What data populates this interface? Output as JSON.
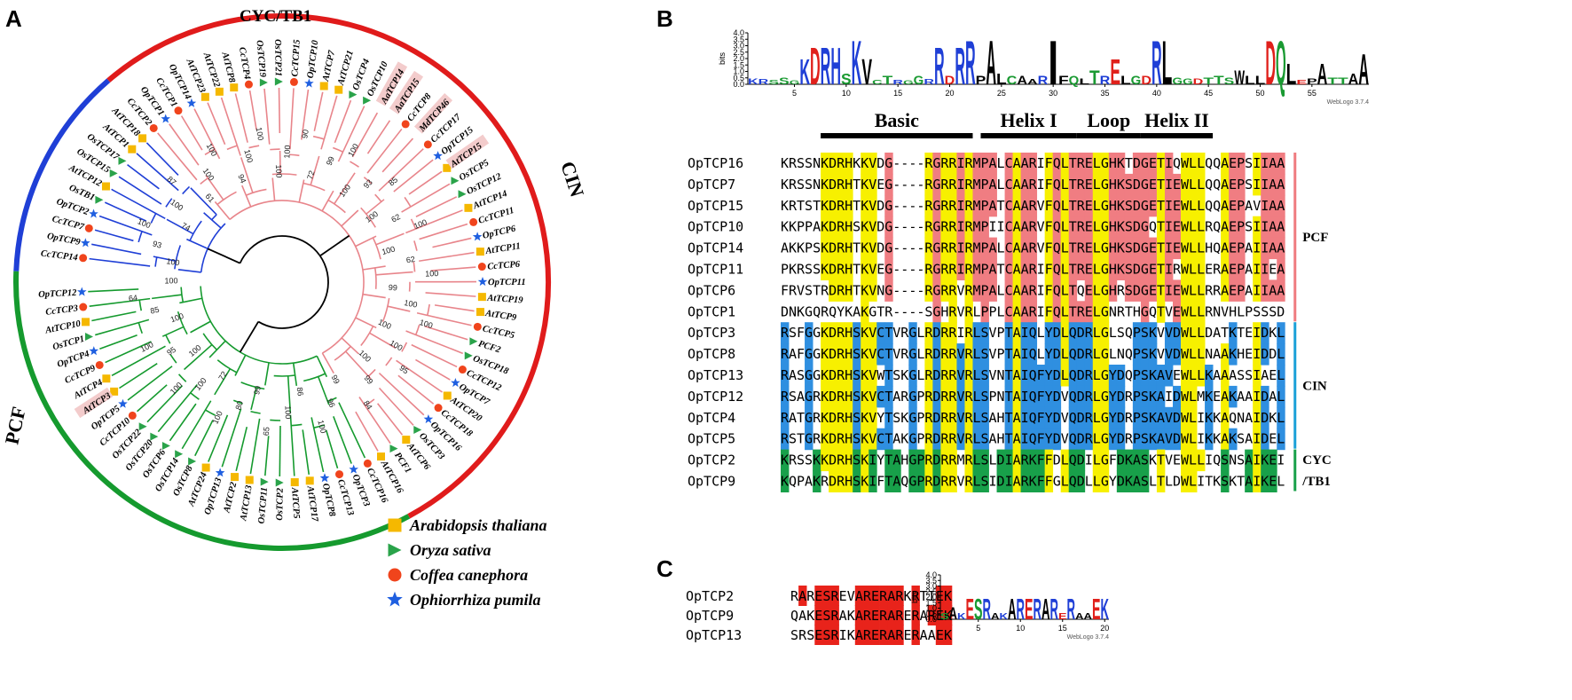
{
  "panels": {
    "a": "A",
    "b": "B",
    "c": "C"
  },
  "tree": {
    "groups": [
      {
        "name": "CYC/TB1",
        "color": "#1f3fd6"
      },
      {
        "name": "CIN",
        "color": "#159a2e"
      },
      {
        "name": "PCF",
        "color": "#e01b1b"
      }
    ],
    "leaves": [
      {
        "name": "CcTCP14",
        "species": "coffea",
        "clade": "blue",
        "hl": false
      },
      {
        "name": "OpTCP9",
        "species": "ophiorrhiza",
        "clade": "blue",
        "hl": false
      },
      {
        "name": "CcTCP7",
        "species": "coffea",
        "clade": "blue",
        "hl": false
      },
      {
        "name": "OpTCP2",
        "species": "ophiorrhiza",
        "clade": "blue",
        "hl": false
      },
      {
        "name": "OsTB1",
        "species": "oryza",
        "clade": "blue",
        "hl": false
      },
      {
        "name": "AtTCP12",
        "species": "arabidopsis",
        "clade": "blue",
        "hl": false
      },
      {
        "name": "OsTCP15",
        "species": "oryza",
        "clade": "blue",
        "hl": false
      },
      {
        "name": "OsTCP17",
        "species": "oryza",
        "clade": "blue",
        "hl": false
      },
      {
        "name": "AtTCP1",
        "species": "arabidopsis",
        "clade": "blue",
        "hl": false
      },
      {
        "name": "AtTCP18",
        "species": "arabidopsis",
        "clade": "blue",
        "hl": false
      },
      {
        "name": "CcTCP2",
        "species": "coffea",
        "clade": "red",
        "hl": false
      },
      {
        "name": "OpTCP1",
        "species": "ophiorrhiza",
        "clade": "red",
        "hl": false
      },
      {
        "name": "CcTCP1",
        "species": "coffea",
        "clade": "red",
        "hl": false
      },
      {
        "name": "OpTCP14",
        "species": "ophiorrhiza",
        "clade": "red",
        "hl": false
      },
      {
        "name": "AtTCP23",
        "species": "arabidopsis",
        "clade": "red",
        "hl": false
      },
      {
        "name": "AtTCP22",
        "species": "arabidopsis",
        "clade": "red",
        "hl": false
      },
      {
        "name": "AtTCP8",
        "species": "arabidopsis",
        "clade": "red",
        "hl": false
      },
      {
        "name": "CcTCP4",
        "species": "coffea",
        "clade": "red",
        "hl": false
      },
      {
        "name": "OsTCP19",
        "species": "oryza",
        "clade": "red",
        "hl": false
      },
      {
        "name": "OsTCP21",
        "species": "oryza",
        "clade": "red",
        "hl": false
      },
      {
        "name": "CcTCP15",
        "species": "coffea",
        "clade": "red",
        "hl": false
      },
      {
        "name": "OpTCP10",
        "species": "ophiorrhiza",
        "clade": "red",
        "hl": false
      },
      {
        "name": "AtTCP7",
        "species": "arabidopsis",
        "clade": "red",
        "hl": false
      },
      {
        "name": "AtTCP21",
        "species": "arabidopsis",
        "clade": "red",
        "hl": false
      },
      {
        "name": "OsTCP4",
        "species": "oryza",
        "clade": "red",
        "hl": false
      },
      {
        "name": "OsTCP10",
        "species": "oryza",
        "clade": "red",
        "hl": false
      },
      {
        "name": "AaTCP14",
        "species": "none",
        "clade": "red",
        "hl": true
      },
      {
        "name": "AaTCP15",
        "species": "none",
        "clade": "red",
        "hl": true
      },
      {
        "name": "CcTCP8",
        "species": "coffea",
        "clade": "red",
        "hl": false
      },
      {
        "name": "MdTCP46",
        "species": "none",
        "clade": "red",
        "hl": true
      },
      {
        "name": "CcTCP17",
        "species": "coffea",
        "clade": "red",
        "hl": false
      },
      {
        "name": "OpTCP15",
        "species": "ophiorrhiza",
        "clade": "red",
        "hl": false
      },
      {
        "name": "AtTCP15",
        "species": "arabidopsis",
        "clade": "red",
        "hl": true
      },
      {
        "name": "OsTCP5",
        "species": "oryza",
        "clade": "red",
        "hl": false
      },
      {
        "name": "OsTCP12",
        "species": "oryza",
        "clade": "red",
        "hl": false
      },
      {
        "name": "AtTCP14",
        "species": "arabidopsis",
        "clade": "red",
        "hl": false
      },
      {
        "name": "CcTCP11",
        "species": "coffea",
        "clade": "red",
        "hl": false
      },
      {
        "name": "OpTCP6",
        "species": "ophiorrhiza",
        "clade": "red",
        "hl": false
      },
      {
        "name": "AtTCP11",
        "species": "arabidopsis",
        "clade": "red",
        "hl": false
      },
      {
        "name": "CcTCP6",
        "species": "coffea",
        "clade": "red",
        "hl": false
      },
      {
        "name": "OpTCP11",
        "species": "ophiorrhiza",
        "clade": "red",
        "hl": false
      },
      {
        "name": "AtTCP19",
        "species": "arabidopsis",
        "clade": "red",
        "hl": false
      },
      {
        "name": "AtTCP9",
        "species": "arabidopsis",
        "clade": "red",
        "hl": false
      },
      {
        "name": "CcTCP5",
        "species": "coffea",
        "clade": "red",
        "hl": false
      },
      {
        "name": "PCF2",
        "species": "oryza",
        "clade": "red",
        "hl": false
      },
      {
        "name": "OsTCP18",
        "species": "oryza",
        "clade": "red",
        "hl": false
      },
      {
        "name": "CcTCP12",
        "species": "coffea",
        "clade": "red",
        "hl": false
      },
      {
        "name": "OpTCP7",
        "species": "ophiorrhiza",
        "clade": "red",
        "hl": false
      },
      {
        "name": "AtTCP20",
        "species": "arabidopsis",
        "clade": "red",
        "hl": false
      },
      {
        "name": "CcTCP18",
        "species": "coffea",
        "clade": "red",
        "hl": false
      },
      {
        "name": "OpTCP16",
        "species": "ophiorrhiza",
        "clade": "red",
        "hl": false
      },
      {
        "name": "OsTCP3",
        "species": "oryza",
        "clade": "red",
        "hl": false
      },
      {
        "name": "AtTCP6",
        "species": "arabidopsis",
        "clade": "red",
        "hl": false
      },
      {
        "name": "PCF1",
        "species": "oryza",
        "clade": "red",
        "hl": false
      },
      {
        "name": "AtTCP16",
        "species": "arabidopsis",
        "clade": "red",
        "hl": false
      },
      {
        "name": "CcTCP16",
        "species": "coffea",
        "clade": "green",
        "hl": false
      },
      {
        "name": "OpTCP3",
        "species": "ophiorrhiza",
        "clade": "green",
        "hl": false
      },
      {
        "name": "CcTCP13",
        "species": "coffea",
        "clade": "green",
        "hl": false
      },
      {
        "name": "OpTCP8",
        "species": "ophiorrhiza",
        "clade": "green",
        "hl": false
      },
      {
        "name": "AtTCP17",
        "species": "arabidopsis",
        "clade": "green",
        "hl": false
      },
      {
        "name": "AtTCP5",
        "species": "arabidopsis",
        "clade": "green",
        "hl": false
      },
      {
        "name": "OsTCP2",
        "species": "oryza",
        "clade": "green",
        "hl": false
      },
      {
        "name": "OsTCP11",
        "species": "oryza",
        "clade": "green",
        "hl": false
      },
      {
        "name": "AtTCP13",
        "species": "arabidopsis",
        "clade": "green",
        "hl": false
      },
      {
        "name": "AtTCP2",
        "species": "arabidopsis",
        "clade": "green",
        "hl": false
      },
      {
        "name": "OpTCP13",
        "species": "ophiorrhiza",
        "clade": "green",
        "hl": false
      },
      {
        "name": "AtTCP24",
        "species": "arabidopsis",
        "clade": "green",
        "hl": false
      },
      {
        "name": "OsTCP8",
        "species": "oryza",
        "clade": "green",
        "hl": false
      },
      {
        "name": "OsTCP14",
        "species": "oryza",
        "clade": "green",
        "hl": false
      },
      {
        "name": "OsTCP6",
        "species": "oryza",
        "clade": "green",
        "hl": false
      },
      {
        "name": "OsTCP20",
        "species": "oryza",
        "clade": "green",
        "hl": false
      },
      {
        "name": "OsTCP22",
        "species": "oryza",
        "clade": "green",
        "hl": false
      },
      {
        "name": "CcTCP10",
        "species": "coffea",
        "clade": "green",
        "hl": false
      },
      {
        "name": "OpTCP5",
        "species": "ophiorrhiza",
        "clade": "green",
        "hl": false
      },
      {
        "name": "AtTCP3",
        "species": "arabidopsis",
        "clade": "green",
        "hl": true
      },
      {
        "name": "AtTCP4",
        "species": "arabidopsis",
        "clade": "green",
        "hl": false
      },
      {
        "name": "CcTCP9",
        "species": "coffea",
        "clade": "green",
        "hl": false
      },
      {
        "name": "OpTCP4",
        "species": "ophiorrhiza",
        "clade": "green",
        "hl": false
      },
      {
        "name": "OsTCP1",
        "species": "oryza",
        "clade": "green",
        "hl": false
      },
      {
        "name": "AtTCP10",
        "species": "arabidopsis",
        "clade": "green",
        "hl": false
      },
      {
        "name": "CcTCP3",
        "species": "coffea",
        "clade": "green",
        "hl": false
      },
      {
        "name": "OpTCP12",
        "species": "ophiorrhiza",
        "clade": "green",
        "hl": false
      }
    ],
    "bootstrap": [
      "100",
      "93",
      "100",
      "74",
      "100",
      "87",
      "61",
      "100",
      "100",
      "94",
      "100",
      "100",
      "100",
      "100",
      "90",
      "72",
      "99",
      "100",
      "100",
      "93",
      "85",
      "100",
      "62",
      "100",
      "100",
      "62",
      "100",
      "99",
      "100",
      "100",
      "100",
      "100",
      "95",
      "100",
      "99",
      "84",
      "99",
      "96",
      "100",
      "86",
      "100",
      "65",
      "99",
      "80",
      "100",
      "72",
      "100",
      "100",
      "100",
      "95",
      "100",
      "100",
      "85",
      "64",
      "100"
    ],
    "colors": {
      "blue": "#1f3fd6",
      "green": "#159a2e",
      "red": "#e8858b",
      "root": "#000000"
    }
  },
  "legend": [
    {
      "species": "arabidopsis",
      "label": "Arabidopsis thaliana",
      "marker": "square",
      "color": "#f5b800"
    },
    {
      "species": "oryza",
      "label": "Oryza sativa",
      "marker": "triangle",
      "color": "#2aa34a"
    },
    {
      "species": "coffea",
      "label": "Coffea canephora",
      "marker": "circle",
      "color": "#f0441c"
    },
    {
      "species": "ophiorrhiza",
      "label": "Ophiorrhiza pumila",
      "marker": "star",
      "color": "#1f5fe0"
    }
  ],
  "logo_b": {
    "yaxis_label": "bits",
    "yticks": [
      "4.0",
      "3.5",
      "3.0",
      "2.5",
      "2.0",
      "1.5",
      "1.0",
      "0.5",
      "0.0"
    ],
    "xticks": [
      "5",
      "10",
      "15",
      "20",
      "25",
      "30",
      "35",
      "40",
      "45",
      "50",
      "55"
    ],
    "credit": "WebLogo 3.7.4",
    "consensus": "KRSSGKDRHSKVCTRGGRRDRRPALCAARIFQLTRELGDRLGGDTTSWLLDQLEPATTAA"
  },
  "logo_c": {
    "yaxis_label": "bits",
    "yticks": [
      "4.0",
      "3.5",
      "3.0",
      "2.5",
      "2.0",
      "1.5",
      "1.0",
      "0.5",
      "0.0"
    ],
    "xticks": [
      "5",
      "10",
      "15",
      "20"
    ],
    "credit": "WebLogo 3.7.4",
    "consensus": "SAKESRAKARERARERAAEK"
  },
  "alignment": {
    "regions": [
      {
        "label": "Basic",
        "start": 6,
        "end": 24
      },
      {
        "label": "Helix I",
        "start": 26,
        "end": 37
      },
      {
        "label": "Loop",
        "start": 38,
        "end": 45
      },
      {
        "label": "Helix II",
        "start": 46,
        "end": 54
      }
    ],
    "groups": [
      {
        "label": "PCF",
        "rows": [
          0,
          7
        ],
        "color": "#ef7b7f"
      },
      {
        "label": "CIN",
        "rows": [
          8,
          13
        ],
        "color": "#1aa0d8"
      },
      {
        "label": "CYC\n/TB1",
        "rows": [
          14,
          15
        ],
        "color": "#18a04a"
      }
    ],
    "rows": [
      {
        "name": "OpTCP16",
        "seq": "KRSSNKDRHKKVDG----RGRRIRMPALCAARIFQLTRELGHKTDGETIQWLLQQAEPSIIAA"
      },
      {
        "name": "OpTCP7",
        "seq": "KRSSNKDRHTKVEG----RGRRIRMPALCAARIFQLTRELGHKSDGETIEWLLQQAEPSIIAA"
      },
      {
        "name": "OpTCP15",
        "seq": "KRTSTKDRHTKVDG----RGRRIRMPATCAARVFQLTRELGHKSDGETIEWLLQQAEPAVIAA"
      },
      {
        "name": "OpTCP10",
        "seq": "KKPPAKDRHSKVDG----RGRRIRMPIICAARVFQLTRELGHKSDGQTIEWLLRQAEPSIIAA"
      },
      {
        "name": "OpTCP14",
        "seq": "AKKPSKDRHTKVDG----RGRRIRMPALCAARVFQLTRELGHKSDGETIEWLLHQAEPAIIAA"
      },
      {
        "name": "OpTCP11",
        "seq": "PKRSSKDRHTKVEG----RGRRIRMPATCAARIFQLTRELGHKSDGETIRWLLERAEPAIIEA"
      },
      {
        "name": "OpTCP6",
        "seq": "FRVSTRDRHTKVNG----RGRRVRMPALCAARIFQLTQELGHRSDGETIEWLLRRAEPAIIAA"
      },
      {
        "name": "OpTCP1",
        "seq": "DNKGQRQYKAKGTR----SGHRVRLPPLCAARIFQLTRELGNRTHGQTVEWLLRNVHLPSSSD"
      },
      {
        "name": "OpTCP3",
        "seq": "RSFGGKDRHSKVCTVRGLRDRRIRLSVPTAIQLYDLQDRLGLSQPSKVVDWLLDATKTEIDKL"
      },
      {
        "name": "OpTCP8",
        "seq": "RAFGGKDRHSKVCTVRGLRDRRVRLSVPTAIQLYDLQDRLGLNQPSKVVDWLLNAAKHEIDDL"
      },
      {
        "name": "OpTCP13",
        "seq": "RASGGKDRHSKVWTSKGLRDRRVRLSVNTAIQFYDLQDRLGYDQPSKAVEWLLKAAASSIAEL"
      },
      {
        "name": "OpTCP12",
        "seq": "RSAGRKDRHSKVCTARGPRDRRVRLSPNTAIQFYDVQDRLGYDRPSKAIDWLMKEAKAAIDAL"
      },
      {
        "name": "OpTCP4",
        "seq": "RATGRKDRHSKVYTSKGPRDRRVRLSAHTAIQFYDVQDRLGYDRPSKAVDWLIKKAQNAIDKL"
      },
      {
        "name": "OpTCP5",
        "seq": "RSTGRKDRHSKVCTAKGPRDRRVRLSAHTAIQFYDVQDRLGYDRPSKAVDWLIKKAKSAIDEL"
      },
      {
        "name": "OpTCP2",
        "seq": "KRSSKKDRHSKIYTAHGPRDRRMRLSLDIARKFFDLQDILGFDKASKTVEWLLIQSNSAIKEI"
      },
      {
        "name": "OpTCP9",
        "seq": "KQPAKRDRHSKIFTAQGPRDRRVRLSIDIARKFFGLQDLLGYDKASLTLDWLITKSKTAIKEL"
      }
    ],
    "colors": {
      "yellow": "#f7f000",
      "pink": "#f07d82",
      "blue": "#2f8fe0",
      "green": "#18a04a"
    }
  },
  "r_domain": {
    "rows": [
      {
        "name": "OpTCP2",
        "seq": "RARESREVARERARKRTIEK"
      },
      {
        "name": "OpTCP9",
        "seq": "QAKESRAKARERARERAREK"
      },
      {
        "name": "OpTCP13",
        "seq": "SRSESRIKARERARERAAEK"
      }
    ],
    "color": "#e8231b"
  }
}
